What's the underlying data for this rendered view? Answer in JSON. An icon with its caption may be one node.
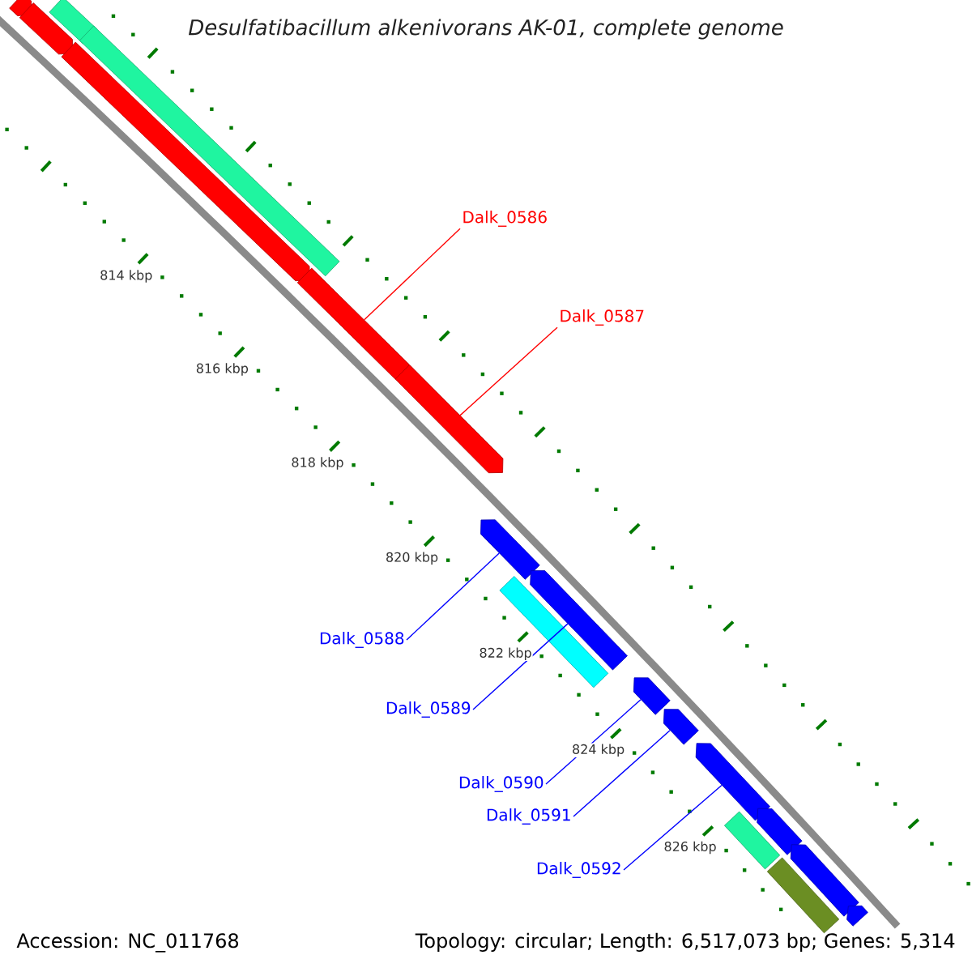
{
  "diagram": {
    "title": "Desulfatibacillum alkenivorans AK-01, complete genome",
    "nodes": [
      {
        "text": [
          "Dalk_0586"
        ]
      },
      {
        "text": [
          "Dalk_0587"
        ]
      },
      {
        "text": [
          "Dalk_0588"
        ]
      },
      {
        "text": [
          "Dalk_0589"
        ]
      },
      {
        "text": [
          "Dalk_0590"
        ]
      },
      {
        "text": [
          "Dalk_0591"
        ]
      },
      {
        "text": [
          "Dalk_0592"
        ]
      },
      {
        "text": [],
        "shape": "bar"
      },
      {
        "text": [],
        "shape": "bar"
      },
      {
        "text": [],
        "shape": "bar"
      },
      {
        "text": [],
        "shape": "bar"
      },
      {
        "text": [],
        "shape": "bar"
      },
      {
        "text": [],
        "shape": "bar"
      },
      {
        "text": [],
        "shape": "bar"
      },
      {
        "text": [],
        "shape": "bar"
      },
      {
        "text": [],
        "shape": "bar"
      },
      {
        "text": [],
        "shape": "bar"
      },
      {
        "text": [],
        "shape": "bar"
      },
      {
        "text": [],
        "shape": "bar"
      },
      {
        "text": [],
        "shape": "bar"
      },
      {
        "text": [],
        "shape": "bar"
      },
      {
        "text": [],
        "shape": "bar"
      },
      {
        "text": [],
        "shape": "bar"
      },
      {
        "text": [],
        "shape": "bar"
      },
      {
        "text": [],
        "shape": "bar"
      }
    ],
    "edges": [
      {
        "from": 0,
        "to": 12,
        "arrow": "none",
        "color": "#ff0000"
      },
      {
        "from": 1,
        "to": 13,
        "arrow": "none",
        "color": "#ff0000"
      },
      {
        "from": 2,
        "to": 14,
        "arrow": "none"
      },
      {
        "from": 3,
        "to": 15,
        "arrow": "none"
      },
      {
        "from": 4,
        "to": 17,
        "arrow": "none"
      },
      {
        "from": 5,
        "to": 18,
        "arrow": "none"
      },
      {
        "from": 6,
        "to": 19,
        "arrow": "none"
      }
    ],
    "labels": [
      "814 kbp",
      "816 kbp",
      "818 kbp",
      "820 kbp",
      "822 kbp",
      "824 kbp",
      "826 kbp",
      "Accession: NC_011768",
      "Topology: circular; Length: 6,517,073 bp; Genes: 5,314"
    ]
  }
}
